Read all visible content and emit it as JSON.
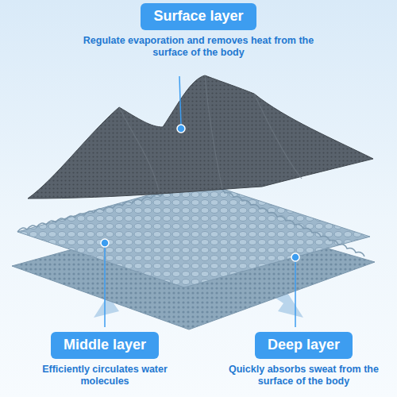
{
  "diagram": {
    "nodes": [
      {
        "text": [
          "Surface layer",
          "Regulate evaporation and removes heat from the surface of the body"
        ]
      },
      {
        "text": [
          "Middle layer",
          "Efficiently circulates water molecules"
        ]
      },
      {
        "text": [
          "Deep layer",
          "Quickly absorbs sweat from the surface of the body"
        ]
      }
    ]
  }
}
